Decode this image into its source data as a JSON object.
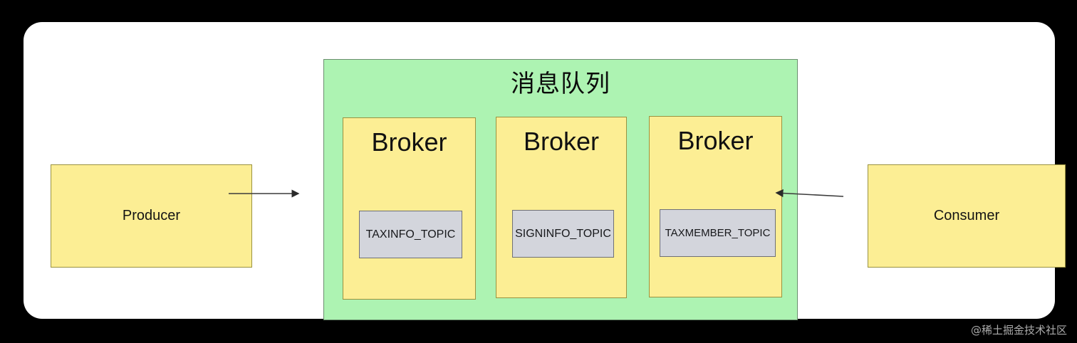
{
  "diagram": {
    "title": "消息队列",
    "queue": {
      "label": "消息队列",
      "fill_color": "#ADF3B2",
      "border_color": "#6b8f6e",
      "brokers": [
        {
          "label": "Broker",
          "topic": "TAXINFO_TOPIC",
          "fill_color": "#FCEE94",
          "topic_fill_color": "#D3D5DC"
        },
        {
          "label": "Broker",
          "topic": "SIGNINFO_TOPIC",
          "fill_color": "#FCEE94",
          "topic_fill_color": "#D3D5DC"
        },
        {
          "label": "Broker",
          "topic": "TAXMEMBER_TOPIC",
          "fill_color": "#FCEE94",
          "topic_fill_color": "#D3D5DC"
        }
      ]
    },
    "producer": {
      "label": "Producer",
      "fill_color": "#FCEE94"
    },
    "consumer": {
      "label": "Consumer",
      "fill_color": "#FCEE94"
    },
    "connections": [
      {
        "name": "producer-to-queue",
        "from": "Producer",
        "to": "消息队列",
        "direction": "right"
      },
      {
        "name": "consumer-to-queue",
        "from": "Consumer",
        "to": "消息队列",
        "direction": "left"
      }
    ]
  },
  "watermark": {
    "text": "@稀土掘金技术社区"
  }
}
